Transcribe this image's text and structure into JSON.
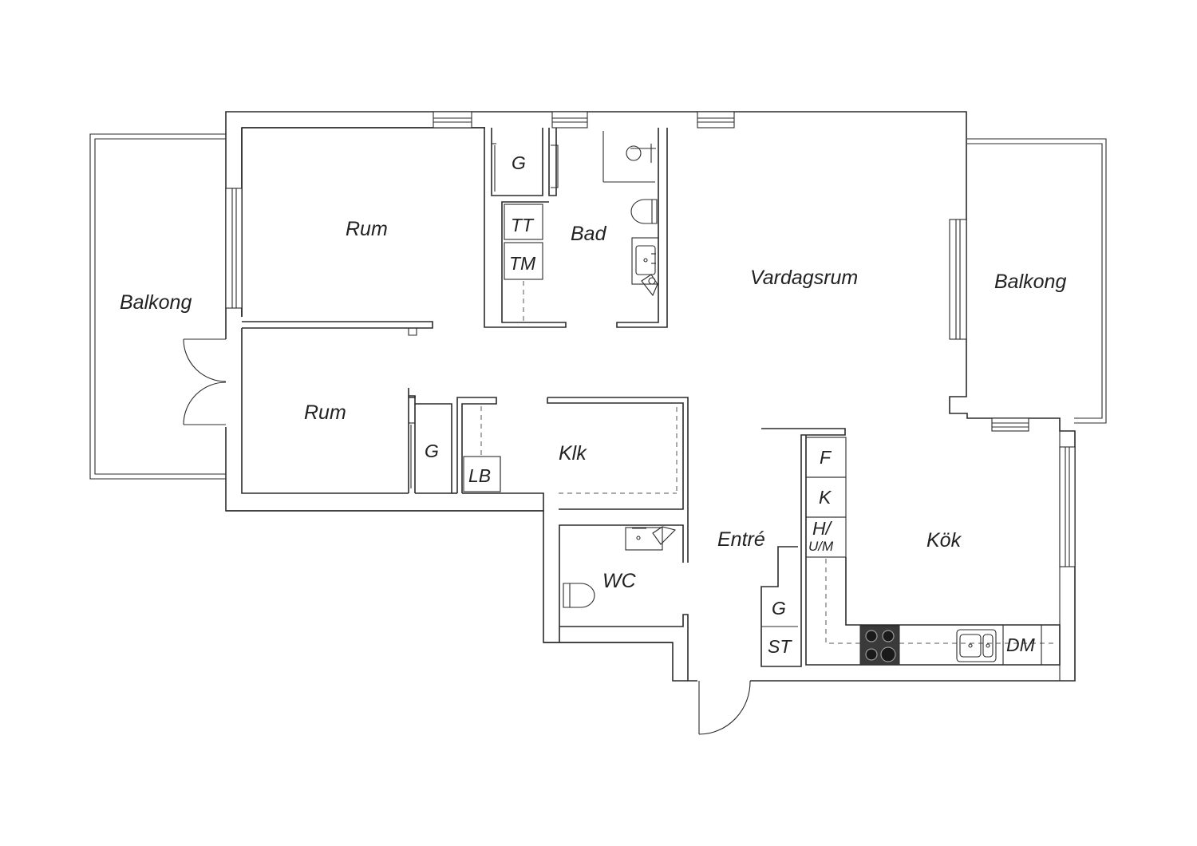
{
  "rooms": {
    "rum_top": "Rum",
    "rum_left": "Rum",
    "bad": "Bad",
    "vardagsrum": "Vardagsrum",
    "balkong_left": "Balkong",
    "balkong_right": "Balkong",
    "klk": "Klk",
    "entre": "Entré",
    "wc": "WC",
    "kok": "Kök"
  },
  "fixtures": {
    "g_top": "G",
    "tt": "TT",
    "tm": "TM",
    "g_mid": "G",
    "lb": "LB",
    "f": "F",
    "k": "K",
    "hum_1": "H/",
    "hum_2": "U/M",
    "g_entre": "G",
    "st": "ST",
    "dm": "DM"
  }
}
